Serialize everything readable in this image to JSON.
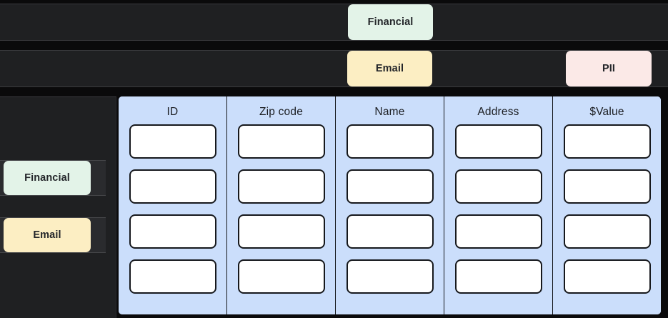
{
  "theme": {
    "page_background": "#0a0a0b",
    "strip_background": "#1f2022",
    "table_panel_background": "#cbdefb",
    "cell_background": "#ffffff",
    "cell_border": "#16181c",
    "chip_financial_color": "#e3f3e8",
    "chip_email_color": "#fceec3",
    "chip_pii_color": "#fbe9e7"
  },
  "top_tags": {
    "row1": [
      {
        "label": "Financial",
        "color": "#e3f3e8"
      }
    ],
    "row2": [
      {
        "label": "Email",
        "color": "#fceec3"
      },
      {
        "label": "PII",
        "color": "#fbe9e7"
      }
    ]
  },
  "sidebar": {
    "items": [
      {
        "label": "Financial",
        "color": "#e3f3e8"
      },
      {
        "label": "Email",
        "color": "#fceec3"
      }
    ]
  },
  "table": {
    "columns": [
      {
        "header": "ID",
        "rows": [
          "",
          "",
          "",
          ""
        ]
      },
      {
        "header": "Zip code",
        "rows": [
          "",
          "",
          "",
          ""
        ]
      },
      {
        "header": "Name",
        "rows": [
          "",
          "",
          "",
          ""
        ]
      },
      {
        "header": "Address",
        "rows": [
          "",
          "",
          "",
          ""
        ]
      },
      {
        "header": "$Value",
        "rows": [
          "",
          "",
          "",
          ""
        ]
      }
    ],
    "row_count": 4
  }
}
